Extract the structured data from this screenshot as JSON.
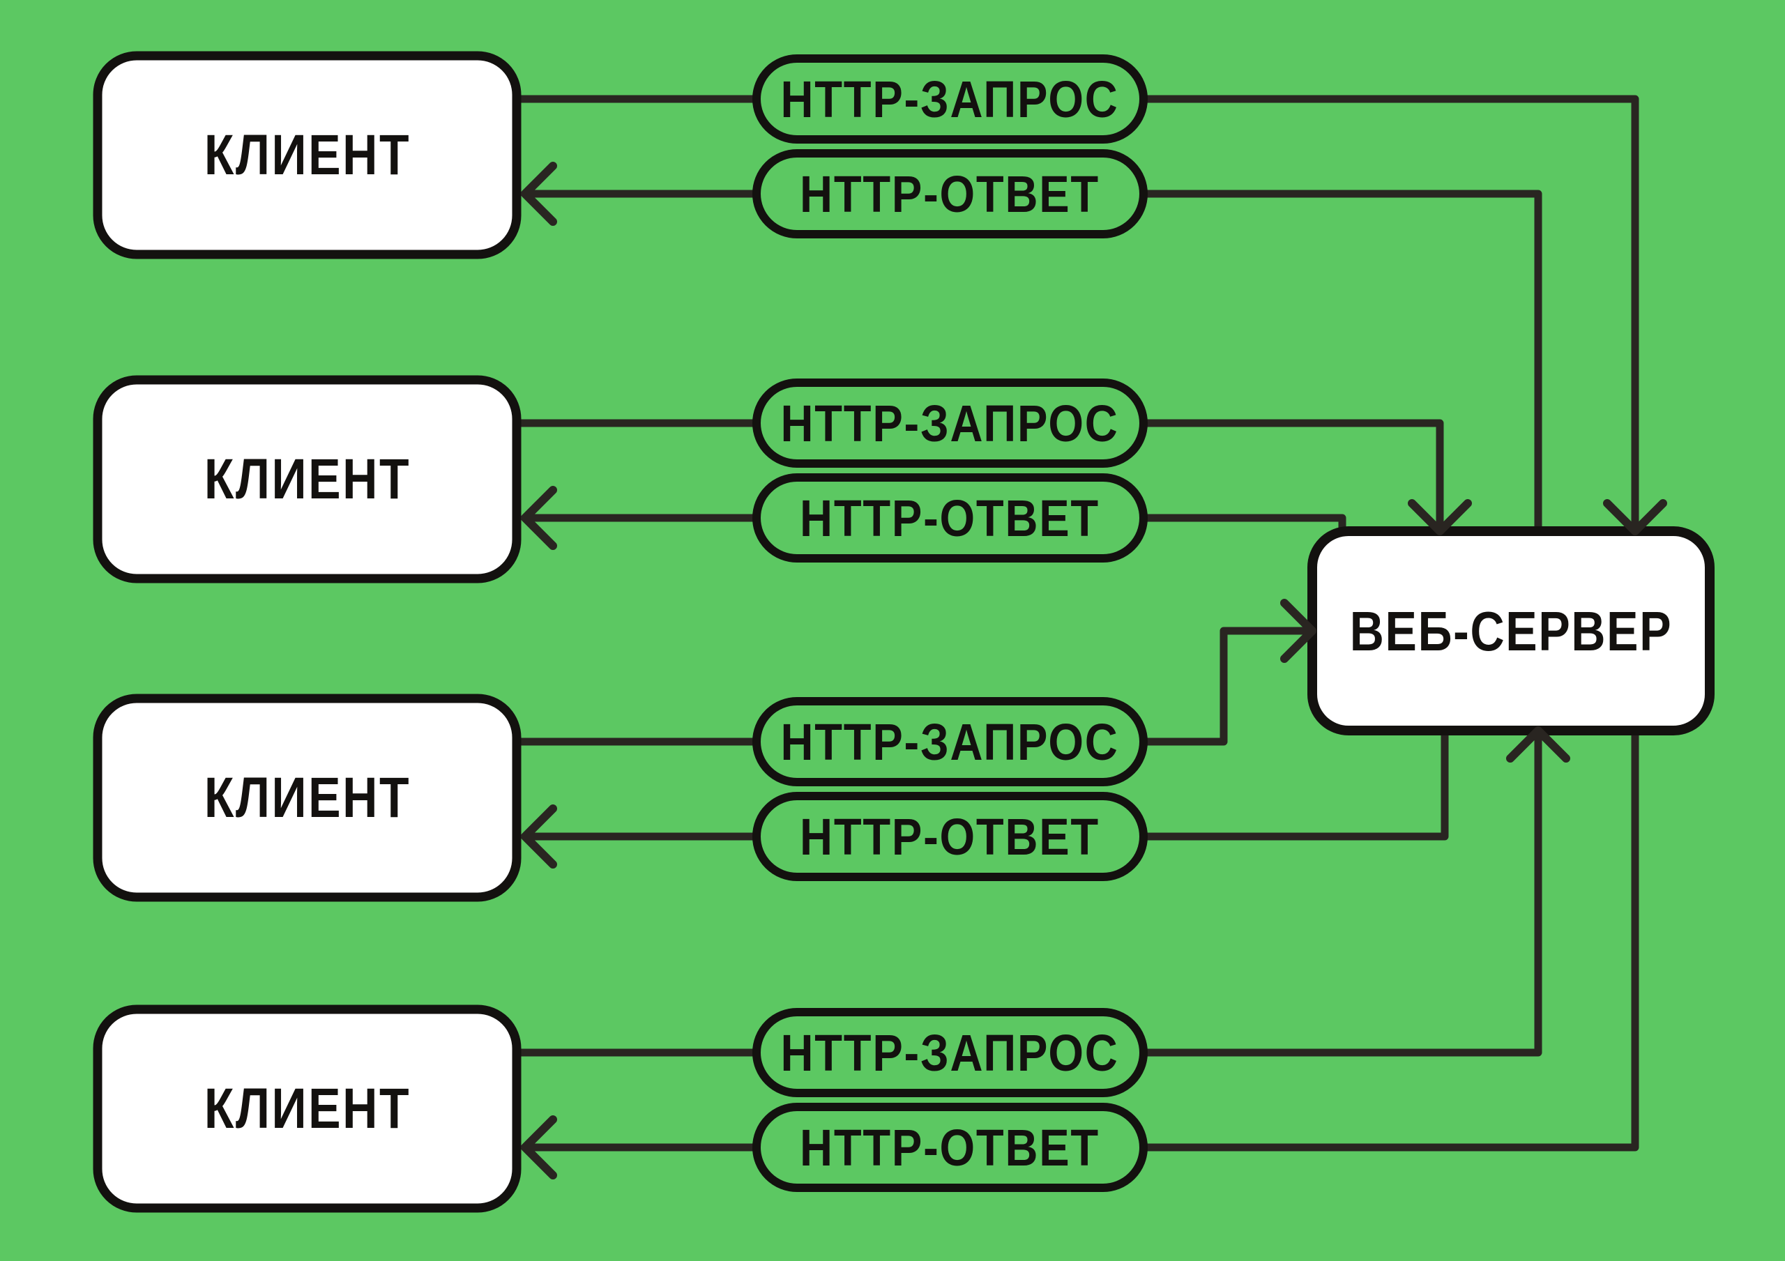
{
  "colors": {
    "background": "#5cc862",
    "connector": "#292521",
    "box_border": "#13110f",
    "box_fill": "#ffffff",
    "text": "#13110f"
  },
  "server": {
    "label": "ВЕБ-СЕРВЕР"
  },
  "clients": [
    {
      "label": "КЛИЕНТ",
      "request_label": "HTTP-ЗАПРОС",
      "response_label": "HTTP-ОТВЕТ"
    },
    {
      "label": "КЛИЕНТ",
      "request_label": "HTTP-ЗАПРОС",
      "response_label": "HTTP-ОТВЕТ"
    },
    {
      "label": "КЛИЕНТ",
      "request_label": "HTTP-ЗАПРОС",
      "response_label": "HTTP-ОТВЕТ"
    },
    {
      "label": "КЛИЕНТ",
      "request_label": "HTTP-ЗАПРОС",
      "response_label": "HTTP-ОТВЕТ"
    }
  ]
}
